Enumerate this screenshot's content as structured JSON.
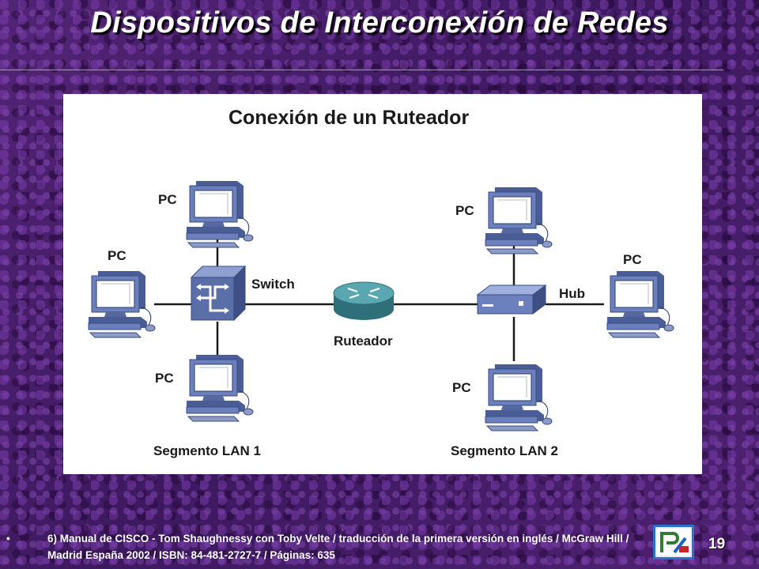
{
  "slide": {
    "title": "Dispositivos de Interconexión de Redes",
    "page_number": "19"
  },
  "diagram": {
    "title": "Conexión de un Ruteador",
    "labels": {
      "pc": "PC",
      "switch": "Switch",
      "router": "Ruteador",
      "hub": "Hub",
      "segment1": "Segmento LAN 1",
      "segment2": "Segmento LAN 2"
    }
  },
  "footer": {
    "bullet": "•",
    "reference": "6) Manual de CISCO - Tom Shaughnessy con Toby Velte / traducción de la primera versión en inglés / McGraw Hill / Madrid España 2002 / ISBN: 84-481-2727-7 / Páginas: 635"
  },
  "colors": {
    "background": "#4a1f6e",
    "device_blue": "#5a6ea8",
    "router_teal": "#3f8c98"
  }
}
